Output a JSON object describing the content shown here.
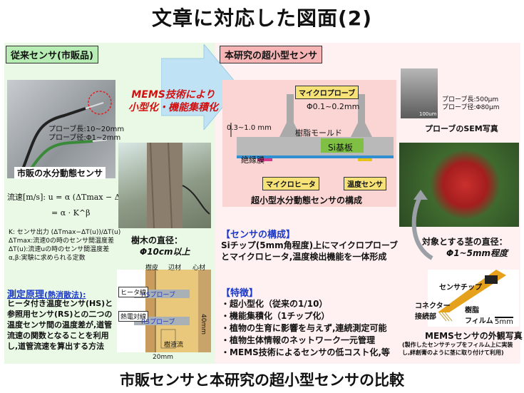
{
  "title": "文章に対応した図面(2)",
  "bottom_caption": "市販センサと本研究の超小型センサの比較",
  "left": {
    "header": "従来センサ(市販品)",
    "probe_length": "プローブ長:10~20mm",
    "probe_diameter": "プローブ径:Φ1~2mm",
    "photo_caption": "市販の水分動態センサ",
    "formula_line1": "流速[m/s]: u = α (ΔTmax − ΔT(u) / ΔT(u))^β",
    "formula_line2": "= α · K^β",
    "notes": [
      "K: センサ出力  (ΔTmax−ΔT(u))/ΔT(u)",
      "ΔTmax:流速0の時のセンサ間温度差",
      "ΔT(u):流速uの時のセンサ間温度差",
      "α,β:実験に求められる定数"
    ],
    "principle_title": "測定原理",
    "principle_sub": "(熱消散法):",
    "principle_text": "ヒータ付き温度センサ(HS)と参照用センサ(RS)との二つの温度センサ間の温度差が,道管流速の関数となることを利用し,道管流速を算出する方法",
    "tree_label": "樹木の直径：",
    "tree_value": "Φ10cm以上",
    "cross_labels": {
      "bark": "樹皮",
      "sapwood": "辺材",
      "heartwood": "心材",
      "heater_wire": "ヒータ線",
      "thermocouple": "熱電対線",
      "hs_probe": "HSプローブ",
      "rs_probe": "RSプローブ",
      "flow": "樹液流",
      "depth": "20mm",
      "gap": "40mm"
    }
  },
  "arrow_text": {
    "line1": "MEMS技術により",
    "line2": "小型化・機能集積化"
  },
  "right": {
    "header": "本研究の超小型センサ",
    "micro_probe": "マイクロプローブ",
    "probe_dim": "Φ0.1~0.2mm",
    "height_dim": "0.3~1.0 mm",
    "resin_mold": "樹脂モールド",
    "si_substrate": "Si基板",
    "insulation": "絶縁膜",
    "micro_heater": "マイクロヒータ",
    "temp_sensor": "温度センサ",
    "diagram_caption": "超小型水分動態センサの構成",
    "sem_scale": "100um",
    "sem_probe_length": "プローブ長:500μm",
    "sem_probe_diameter": "プローブ径:Φ80μm",
    "sem_caption": "プローブのSEM写真",
    "structure_title": "【センサの構成】",
    "structure_text": "Siチップ(5mm角程度)上にマイクロプローブとマイクロヒータ,温度検出機能を一体形成",
    "stem_label": "対象とする茎の直径：",
    "stem_value": "Φ1~5mm程度",
    "features_title": "【特徴】",
    "features": [
      "・超小型化（従来の1/10）",
      "・機能集積化（1チップ化）",
      "・植物の生育に影響を与えず,連続測定可能",
      "・植物生体情報のネットワーク一元管理",
      "・MEMS技術によるセンサの低コスト化,等"
    ],
    "chip_labels": {
      "sensor_chip": "センサチップ",
      "connector": "コネクター\n接続部",
      "resin_film": "樹脂\nフィルム",
      "scale": "5mm"
    },
    "chip_caption": "MEMSセンサの外観写真",
    "chip_note": "(製作したセンサチップをフィルム上に実装し,絆創膏のように茎に取り付けて利用)"
  }
}
